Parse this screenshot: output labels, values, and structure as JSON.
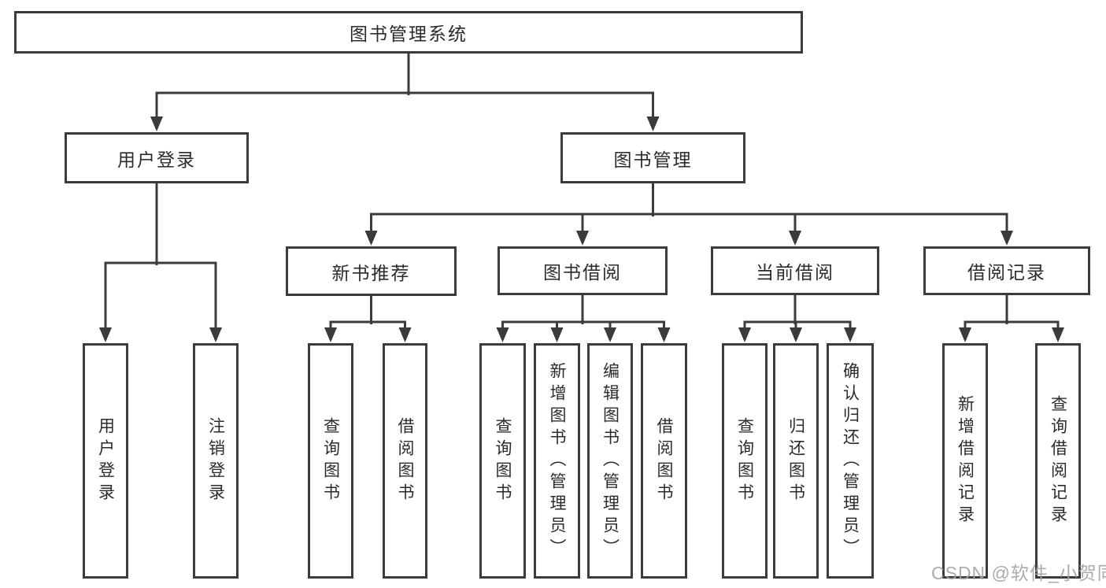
{
  "diagram": {
    "title": "图书管理系统",
    "watermark": "CSDN @软件_小贺同学",
    "colors": {
      "line": "#3b3b3b",
      "text": "#2b2b2b",
      "background": "#ffffff",
      "watermark": "#a3a3a3"
    },
    "tree": {
      "id": "root",
      "label": "图书管理系统",
      "children": [
        {
          "id": "user-login",
          "label": "用户登录",
          "children": [
            {
              "id": "leaf-user-login",
              "label": "用户登录",
              "vertical": true
            },
            {
              "id": "leaf-logout",
              "label": "注销登录",
              "vertical": true
            }
          ]
        },
        {
          "id": "book-mgmt",
          "label": "图书管理",
          "children": [
            {
              "id": "new-book-rec",
              "label": "新书推荐",
              "children": [
                {
                  "id": "nb-query",
                  "label": "查询图书",
                  "vertical": true
                },
                {
                  "id": "nb-borrow",
                  "label": "借阅图书",
                  "vertical": true
                }
              ]
            },
            {
              "id": "book-borrow",
              "label": "图书借阅",
              "children": [
                {
                  "id": "bb-query",
                  "label": "查询图书",
                  "vertical": true
                },
                {
                  "id": "bb-add",
                  "label": "新增图书（管理员）",
                  "vertical": true
                },
                {
                  "id": "bb-edit",
                  "label": "编辑图书（管理员）",
                  "vertical": true
                },
                {
                  "id": "bb-borrow",
                  "label": "借阅图书",
                  "vertical": true
                }
              ]
            },
            {
              "id": "current-borrow",
              "label": "当前借阅",
              "children": [
                {
                  "id": "cb-query",
                  "label": "查询图书",
                  "vertical": true
                },
                {
                  "id": "cb-return",
                  "label": "归还图书",
                  "vertical": true
                },
                {
                  "id": "cb-confirm",
                  "label": "确认归还（管理员）",
                  "vertical": true
                }
              ]
            },
            {
              "id": "borrow-records",
              "label": "借阅记录",
              "children": [
                {
                  "id": "br-add",
                  "label": "新增借阅记录",
                  "vertical": true
                },
                {
                  "id": "br-query",
                  "label": "查询借阅记录",
                  "vertical": true
                }
              ]
            }
          ]
        }
      ]
    }
  }
}
